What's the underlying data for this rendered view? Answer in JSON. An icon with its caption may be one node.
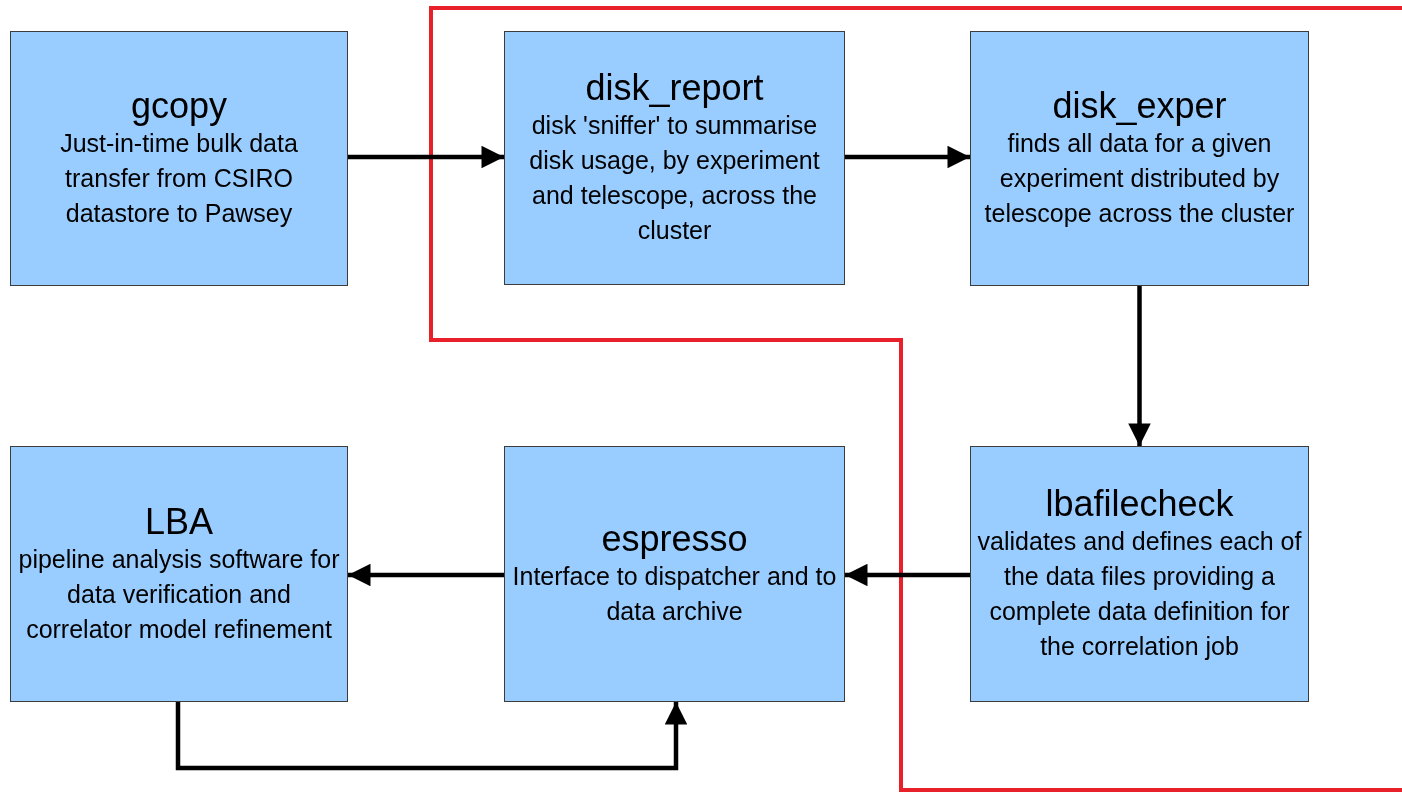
{
  "diagram": {
    "nodes": [
      {
        "text": [
          "gcopy",
          "Just-in-time bulk data transfer from CSIRO datastore to Pawsey"
        ]
      },
      {
        "text": [
          "disk_report",
          "disk 'sniffer' to summarise disk usage, by experiment and telescope, across the cluster"
        ]
      },
      {
        "text": [
          "disk_exper",
          "finds all data for a given experiment distributed by telescope across the cluster"
        ]
      },
      {
        "text": [
          "LBA",
          "pipeline analysis software for data verification and correlator model refinement"
        ]
      },
      {
        "text": [
          "espresso",
          "Interface to dispatcher and to data archive"
        ]
      },
      {
        "text": [
          "lbafilecheck",
          "validates and defines each of the data files providing a complete data definition for the correlation job"
        ]
      }
    ],
    "edges": [
      {
        "from": 0,
        "to": 1,
        "arrow": "to"
      },
      {
        "from": 1,
        "to": 2,
        "arrow": "to"
      },
      {
        "from": 2,
        "to": 5,
        "arrow": "to"
      },
      {
        "from": 5,
        "to": 4,
        "arrow": "to"
      },
      {
        "from": 4,
        "to": 3,
        "arrow": "to"
      },
      {
        "from": 3,
        "to": 4,
        "arrow": "to"
      }
    ]
  }
}
